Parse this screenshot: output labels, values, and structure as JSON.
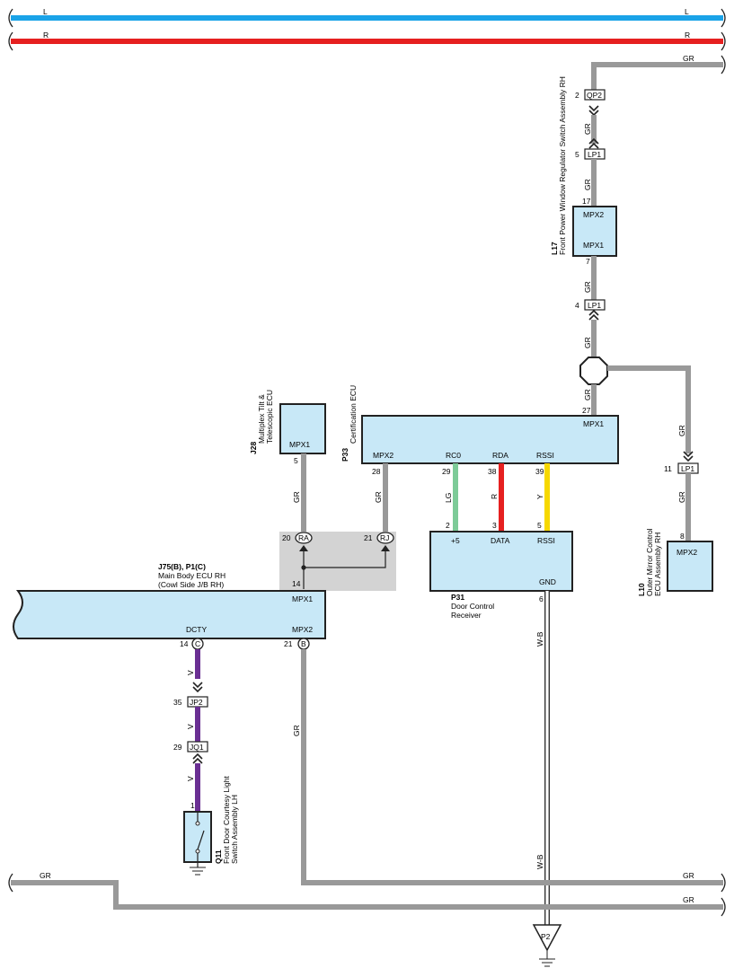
{
  "colors": {
    "L": "#1aa3e8",
    "R": "#e62020",
    "GR": "#999999",
    "LG": "#7dcb98",
    "Y": "#f6d800",
    "V": "#6a2f93",
    "WB": "#ffffff",
    "ecu_fill": "#c8e8f7",
    "junction_fill": "#d3d3d3"
  },
  "wires": {
    "L": "L",
    "R": "R",
    "GR": "GR",
    "LG": "LG",
    "Y": "Y",
    "V": "V",
    "WB": "W-B"
  },
  "components": {
    "L17": {
      "code": "L17",
      "name": "Front Power Window Regulator Switch Assembly RH",
      "terminals": {
        "MPX2": "MPX2",
        "MPX1": "MPX1",
        "pin_top": "17",
        "pin_bottom": "7"
      }
    },
    "J28": {
      "code": "J28",
      "name_line1": "Multiplex Tilt &",
      "name_line2": "Telescopic ECU",
      "terminal": "MPX1",
      "pin": "5"
    },
    "P33": {
      "code": "P33",
      "name": "Certification ECU",
      "terminals": [
        "MPX1",
        "MPX2",
        "RC0",
        "RDA",
        "RSSI"
      ],
      "pins": {
        "MPX1": "27",
        "MPX2": "28",
        "RC0": "29",
        "RDA": "38",
        "RSSI": "39"
      }
    },
    "P31": {
      "code": "P31",
      "name_line1": "Door Control",
      "name_line2": "Receiver",
      "terminals": [
        "+5",
        "DATA",
        "RSSI",
        "GND"
      ],
      "pins": {
        "+5": "2",
        "DATA": "3",
        "RSSI": "5",
        "GND": "6"
      }
    },
    "L10": {
      "code": "L10",
      "name_line1": "Outer Mirror Control",
      "name_line2": "ECU Assembly RH",
      "terminal": "MPX2",
      "pin": "8"
    },
    "J75": {
      "code": "J75(B), P1(C)",
      "name_line1": "Main Body ECU RH",
      "name_line2": "(Cowl Side J/B RH)",
      "terminals": [
        "MPX1",
        "DCTY",
        "MPX2"
      ],
      "pins": {
        "MPX1": "14",
        "DCTY": "14",
        "MPX2": "21"
      }
    },
    "Q11": {
      "code": "Q11",
      "name_line1": "Front Door Courtesy Light",
      "name_line2": "Switch Assembly LH",
      "pin": "1"
    }
  },
  "connectors": {
    "QP2": {
      "label": "QP2",
      "pin": "2"
    },
    "LP1_a": {
      "label": "LP1",
      "pin": "5"
    },
    "LP1_b": {
      "label": "LP1",
      "pin": "4"
    },
    "LP1_c": {
      "label": "LP1",
      "pin": "11"
    },
    "JP2": {
      "label": "JP2",
      "pin": "35"
    },
    "JQ1": {
      "label": "JQ1",
      "pin": "29"
    },
    "RA": {
      "label": "RA",
      "pin": "20"
    },
    "RJ": {
      "label": "RJ",
      "pin": "21"
    },
    "C": {
      "label": "C",
      "pin": "14"
    },
    "B": {
      "label": "B",
      "pin": "21"
    }
  },
  "ground_point": "P2"
}
